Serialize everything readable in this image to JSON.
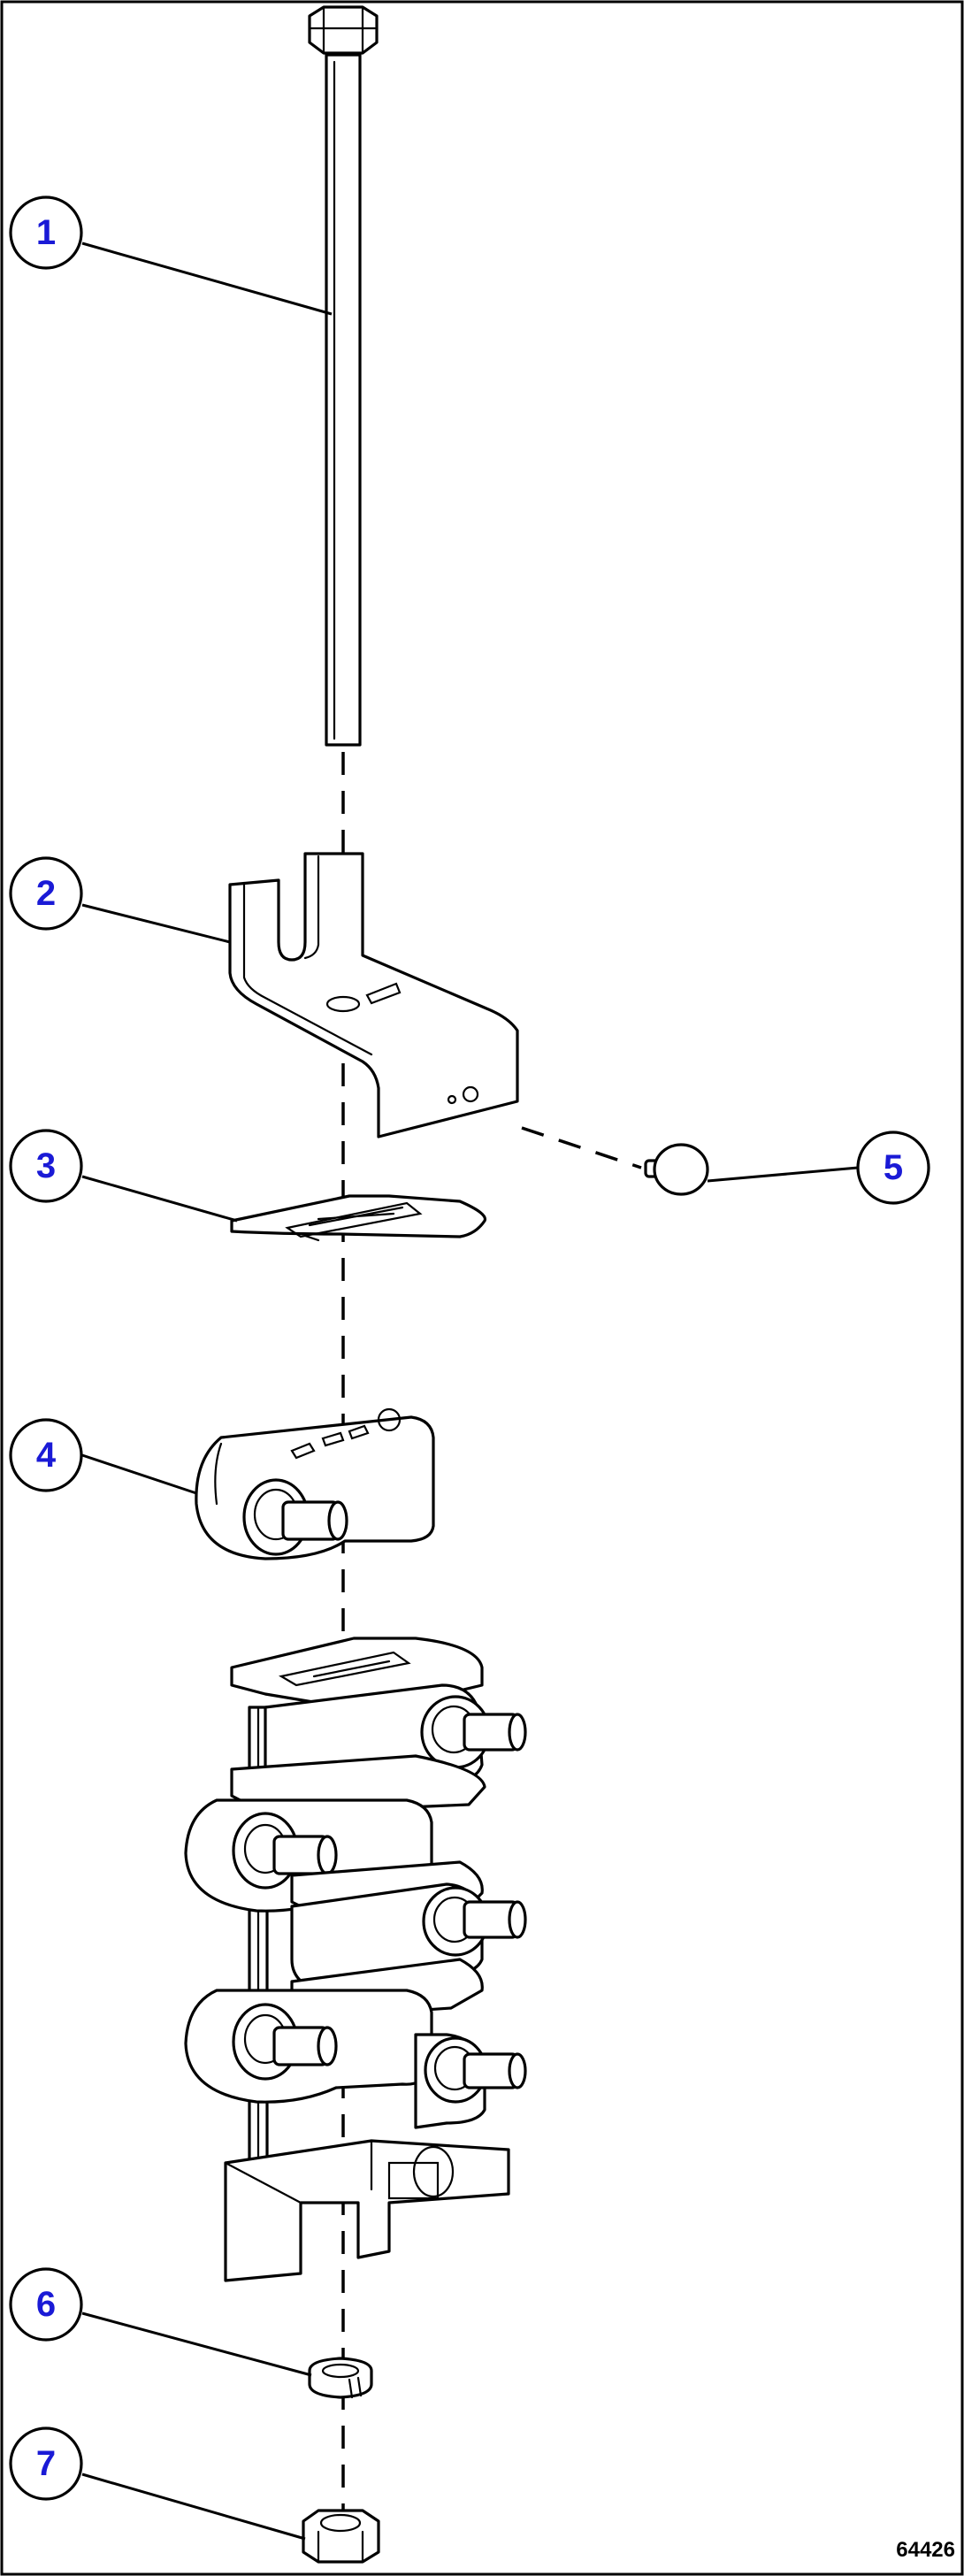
{
  "figure_id": "64426",
  "callouts": [
    {
      "number": "1",
      "part": "bolt"
    },
    {
      "number": "2",
      "part": "bracket"
    },
    {
      "number": "3",
      "part": "plate"
    },
    {
      "number": "4",
      "part": "switch"
    },
    {
      "number": "5",
      "part": "rivet"
    },
    {
      "number": "6",
      "part": "lock-washer"
    },
    {
      "number": "7",
      "part": "nut"
    }
  ]
}
